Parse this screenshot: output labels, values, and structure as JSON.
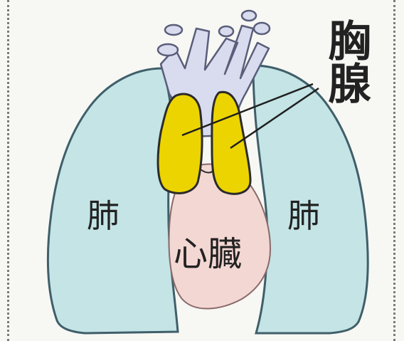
{
  "labels": {
    "thymus": "胸腺",
    "lung_left": "肺",
    "lung_right": "肺",
    "heart": "心臓"
  },
  "colors": {
    "lung_fill": "#c4e4e6",
    "lung_stroke": "#3f5f6a",
    "heart_fill": "#f3d7d3",
    "thymus_fill": "#ecd400",
    "vessel_fill": "#d9dcef",
    "vessel_stroke": "#5a5e7a",
    "border": "#7a7a7a"
  }
}
